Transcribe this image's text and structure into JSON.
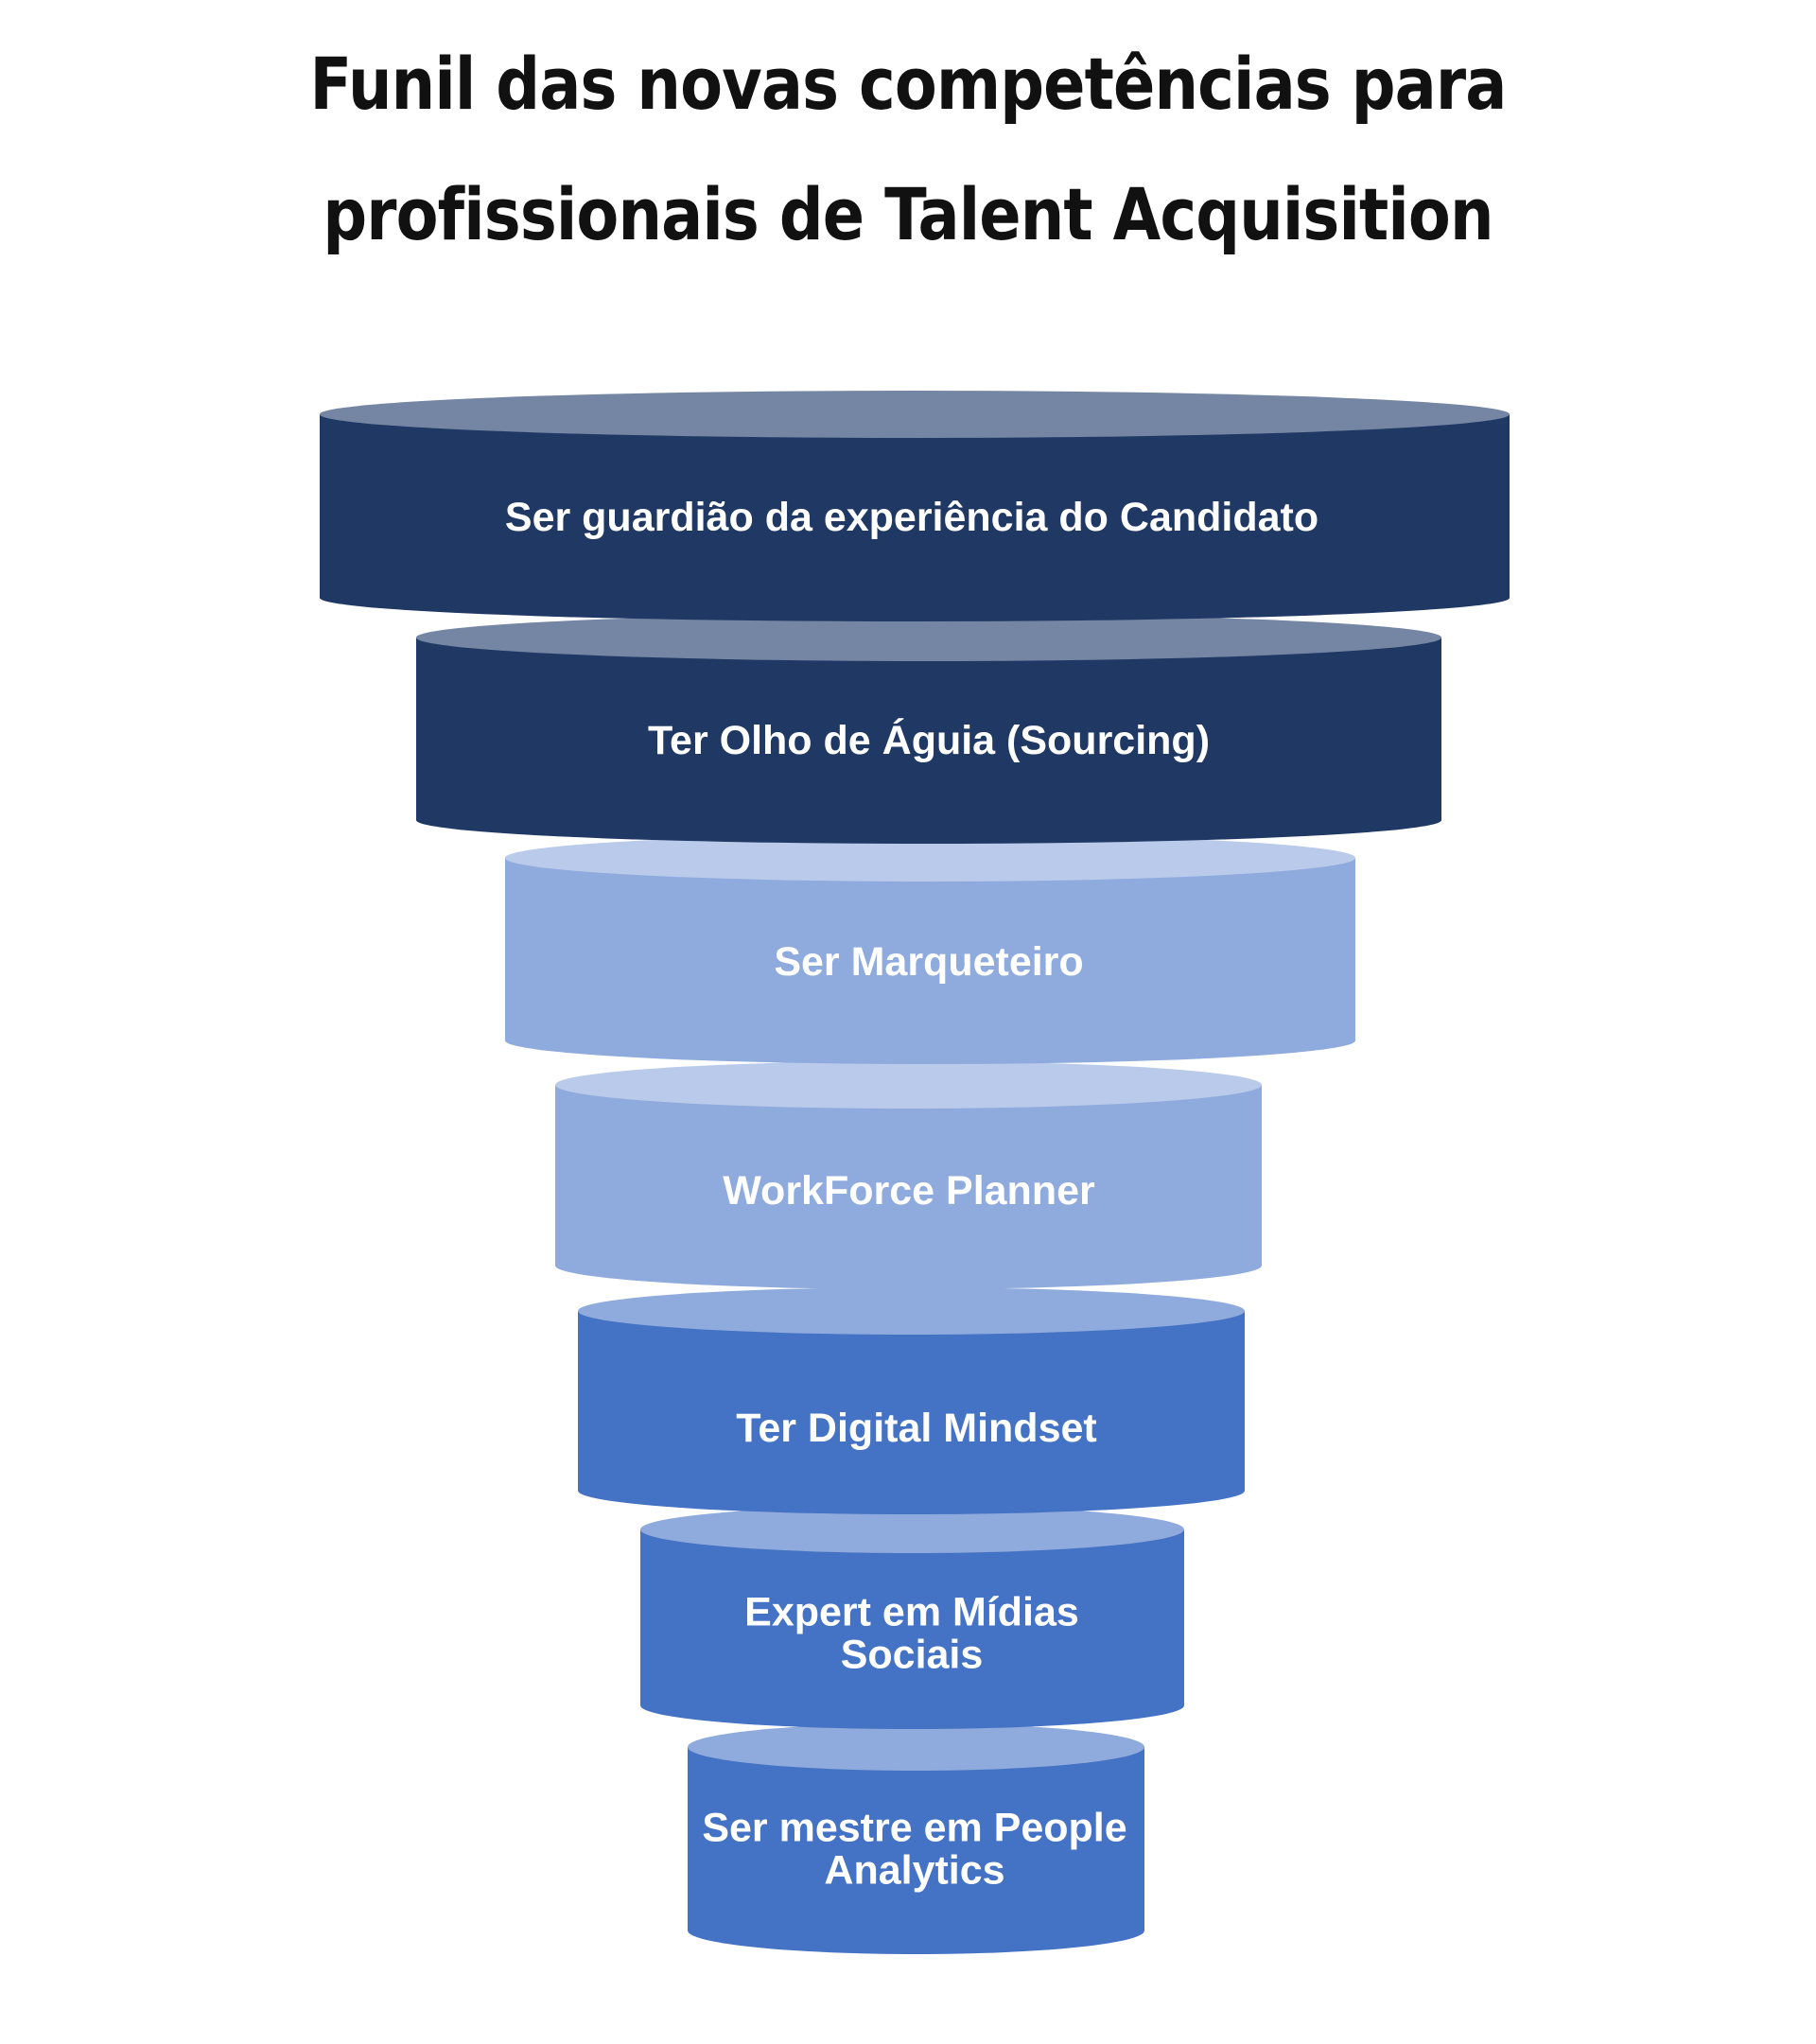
{
  "title": {
    "line1": "Funil das novas competências para",
    "line2": "profissionais de Talent Acquisition"
  },
  "funnel": {
    "stages": [
      {
        "label": [
          "Ser guardião da experiência do Candidato"
        ],
        "body_color": "#203864",
        "top_color": "#7486A3"
      },
      {
        "label": [
          "Ter Olho de Águia (Sourcing)"
        ],
        "body_color": "#203864",
        "top_color": "#7486A3"
      },
      {
        "label": [
          "Ser Marqueteiro"
        ],
        "body_color": "#8FAADC",
        "top_color": "#B9CAEA"
      },
      {
        "label": [
          "WorkForce Planner"
        ],
        "body_color": "#8FAADC",
        "top_color": "#B9CAEA"
      },
      {
        "label": [
          "Ter Digital Mindset"
        ],
        "body_color": "#4472C4",
        "top_color": "#8FAADC"
      },
      {
        "label": [
          "Expert em Mídias",
          "Sociais"
        ],
        "body_color": "#4472C4",
        "top_color": "#8FAADC"
      },
      {
        "label": [
          "Ser mestre em People",
          "Analytics"
        ],
        "body_color": "#4472C4",
        "top_color": "#8FAADC"
      }
    ]
  }
}
